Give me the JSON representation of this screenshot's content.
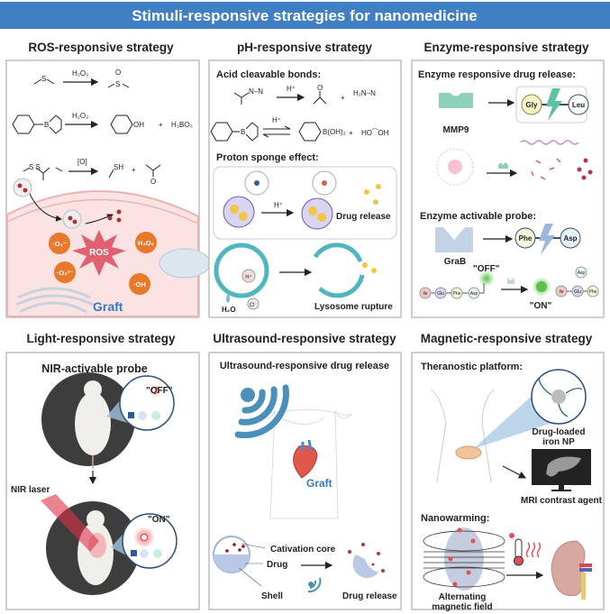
{
  "title": "Stimuli-responsive strategies for nanomedicine",
  "colors": {
    "banner": "#3f7fc4",
    "graft_text": "#3a78c0",
    "ros": "#e06070",
    "ros_species": "#e8782a",
    "enzyme_mmp9": "#8fd0bd",
    "on_glow": "#5cc24a"
  },
  "ros_panel": {
    "heading": "ROS-responsive strategy",
    "reagent_h2o2": "H₂O₂",
    "reagent_h2o2_b": "H₂O₂",
    "reagent_oxidant": "[O]",
    "thioether": "S",
    "sulfone_s": "S",
    "sulfone_o": "O",
    "boronate_b": "B",
    "oh": "OH",
    "plus": "+",
    "boric_acid": "H₃BO₃",
    "thioketal": "S   S",
    "thiol": "SH",
    "ketone_o": "O",
    "ros_label": "ROS",
    "species": [
      "·O₂⁻",
      "·O₂²⁻",
      "H₂O₂",
      "·OH"
    ],
    "graft": "Graft"
  },
  "ph_panel": {
    "heading": "pH-responsive strategy",
    "acid_title": "Acid cleavable bonds:",
    "hplus": "H⁺",
    "hydrazone": "N–N",
    "ketone_o": "O",
    "plus": "+",
    "hydrazine": "H₂N–N",
    "boronate_b": "B",
    "boronic_acid": "B(OH)₂",
    "diol": "HO⁀OH",
    "sponge_title": "Proton sponge effect:",
    "drug_release": "Drug release",
    "water": "H₂O",
    "chloride": "Cl⁻",
    "proton": "H⁺",
    "lysosome_rupture": "Lysosome rupture"
  },
  "enzyme_panel": {
    "heading": "Enzyme-responsive strategy",
    "release_title": "Enzyme responsive drug release:",
    "mmp9": "MMP9",
    "gly": "Gly",
    "leu": "Leu",
    "probe_title": "Enzyme activable probe:",
    "grab": "GraB",
    "phe": "Phe",
    "asp": "Asp",
    "off": "\"OFF\"",
    "on": "\"ON\"",
    "chain_off": [
      "Ile",
      "Glu",
      "Phe",
      "Asp"
    ],
    "chain_on": [
      "Ile",
      "Glu",
      "Phe"
    ],
    "free_asp": "Asp"
  },
  "light_panel": {
    "heading": "Light-responsive strategy",
    "probe_title": "NIR-activable probe",
    "off": "\"OFF\"",
    "on": "\"ON\"",
    "laser": "NIR laser"
  },
  "ultrasound_panel": {
    "heading": "Ultrasound-responsive strategy",
    "subtitle": "Ultrasound-responsive drug release",
    "graft": "Graft",
    "core": "Cativation core",
    "drug": "Drug",
    "shell": "Shell",
    "drug_release": "Drug release"
  },
  "magnetic_panel": {
    "heading": "Magnetic-responsive strategy",
    "theranostic_title": "Theranostic platform:",
    "np_line1": "Drug-loaded",
    "np_line2": "iron NP",
    "mri": "MRI contrast agent",
    "nanowarming_title": "Nanowarming:",
    "field_line1": "Alternating",
    "field_line2": "magnetic field"
  }
}
